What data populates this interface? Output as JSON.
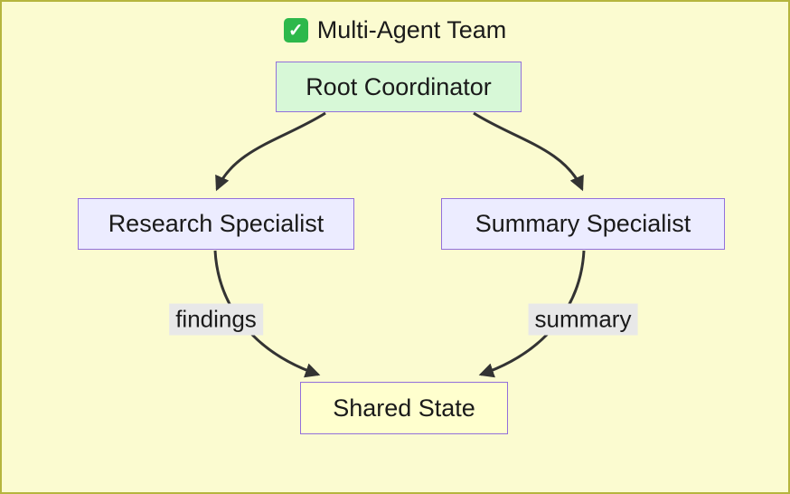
{
  "diagram": {
    "title": {
      "check_glyph": "✓",
      "text": "Multi-Agent Team"
    },
    "nodes": {
      "root_coordinator": "Root Coordinator",
      "research_specialist": "Research Specialist",
      "summary_specialist": "Summary Specialist",
      "shared_state": "Shared State"
    },
    "edges": {
      "findings_label": "findings",
      "summary_label": "summary"
    },
    "colors": {
      "background": "#fbfbd0",
      "frame_border": "#b5b53e",
      "root_fill": "#d7f8d7",
      "specialist_fill": "#ececff",
      "shared_fill": "#ffffce",
      "node_border": "#9370db",
      "edge_stroke": "#333333",
      "edge_label_bg": "#e8e8e8",
      "check_green": "#2db84b"
    }
  }
}
